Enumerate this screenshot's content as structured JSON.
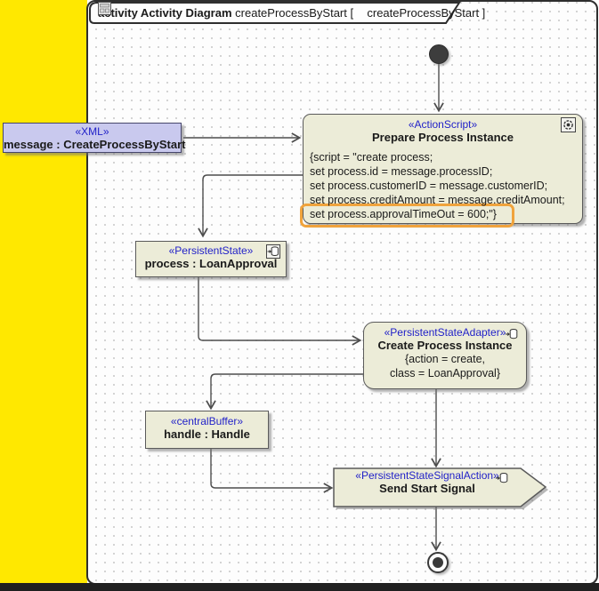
{
  "frame": {
    "title_bold": "activity Activity Diagram",
    "title_context": "createProcessByStart [",
    "title_ref": "createProcessByStart ]"
  },
  "nodes": {
    "xml_object": {
      "stereotype": "«XML»",
      "name": "message : CreateProcessByStart"
    },
    "action_script": {
      "stereotype": "«ActionScript»",
      "name": "Prepare Process Instance",
      "script_lines": [
        "{script = \"create process;",
        "set process.id = message.processID;",
        "set process.customerID = message.customerID;",
        "set process.creditAmount = message.creditAmount;",
        "set process.approvalTimeOut = 600;\"}"
      ],
      "highlighted_line_index": 4
    },
    "persistent_state": {
      "stereotype": "«PersistentState»",
      "name": "process : LoanApproval"
    },
    "adapter": {
      "stereotype": "«PersistentStateAdapter»",
      "name": "Create Process Instance",
      "constraints": [
        "{action = create,",
        "class = LoanApproval}"
      ]
    },
    "central_buffer": {
      "stereotype": "«centralBuffer»",
      "name": "handle : Handle"
    },
    "signal": {
      "stereotype": "«PersistentStateSignalAction»",
      "name": "Send Start Signal"
    }
  },
  "icons": {
    "title": "diagram-icon",
    "action_script": "gear-icon",
    "persistent_state": "database-icon",
    "adapter": "database-sync-icon",
    "signal": "database-sync-icon"
  },
  "colors": {
    "background_strip": "#FFE800",
    "node_fill": "#ECECD8",
    "xml_fill": "#C9C9EE",
    "stereotype_text": "#1F1FC8",
    "highlight_border": "#F0A33C",
    "edge": "#4D4D4D",
    "frame_border": "#2E2E2E"
  }
}
